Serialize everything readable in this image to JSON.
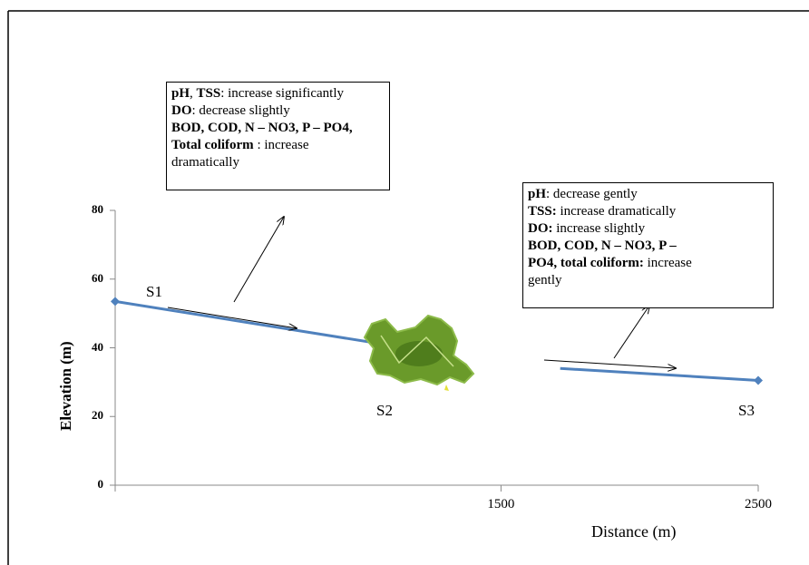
{
  "chart_data": {
    "type": "line",
    "title": "",
    "xlabel": "Distance (m)",
    "ylabel": "Elevation (m)",
    "x_ticks": [
      "1500",
      "2500"
    ],
    "y_ticks": [
      "0",
      "20",
      "40",
      "60",
      "80"
    ],
    "xlim": [
      0,
      2500
    ],
    "ylim": [
      0,
      80
    ],
    "grid": false,
    "legend": "none",
    "series": [
      {
        "points": [
          [
            0,
            53.5
          ],
          [
            1130,
            40
          ],
          [
            1730,
            34
          ],
          [
            2500,
            30.5
          ]
        ],
        "color": "#4f81bd"
      }
    ],
    "sites": [
      {
        "label": "S1",
        "x": 0,
        "y": 53.5
      },
      {
        "label": "S2",
        "x": 1500,
        "y": 37
      },
      {
        "label": "S3",
        "x": 2500,
        "y": 30.5
      }
    ],
    "annotations": [
      {
        "id": "s1-s2",
        "lines": [
          [
            {
              "b": "pH"
            },
            {
              "t": ", "
            },
            {
              "b": "TSS"
            },
            {
              "t": ": increase significantly"
            }
          ],
          [
            {
              "b": "DO"
            },
            {
              "t": ": decrease slightly"
            }
          ],
          [
            {
              "b": "BOD, COD, N – NO3, P – PO4,"
            }
          ],
          [
            {
              "b": "Total coliform"
            },
            {
              "t": " : increase"
            }
          ],
          [
            {
              "t": "dramatically"
            }
          ]
        ]
      },
      {
        "id": "s2-s3",
        "lines": [
          [
            {
              "b": "pH"
            },
            {
              "t": ": decrease gently"
            }
          ],
          [
            {
              "b": "TSS:"
            },
            {
              "t": " increase dramatically"
            }
          ],
          [
            {
              "b": "DO:"
            },
            {
              "t": " increase slightly"
            }
          ],
          [
            {
              "b": "BOD, COD, N – NO3, P –"
            }
          ],
          [
            {
              "b": "PO4, total coliform:"
            },
            {
              "t": " increase"
            }
          ],
          [
            {
              "t": "gently"
            }
          ]
        ]
      }
    ],
    "lake_color": "#6a9a2a"
  }
}
